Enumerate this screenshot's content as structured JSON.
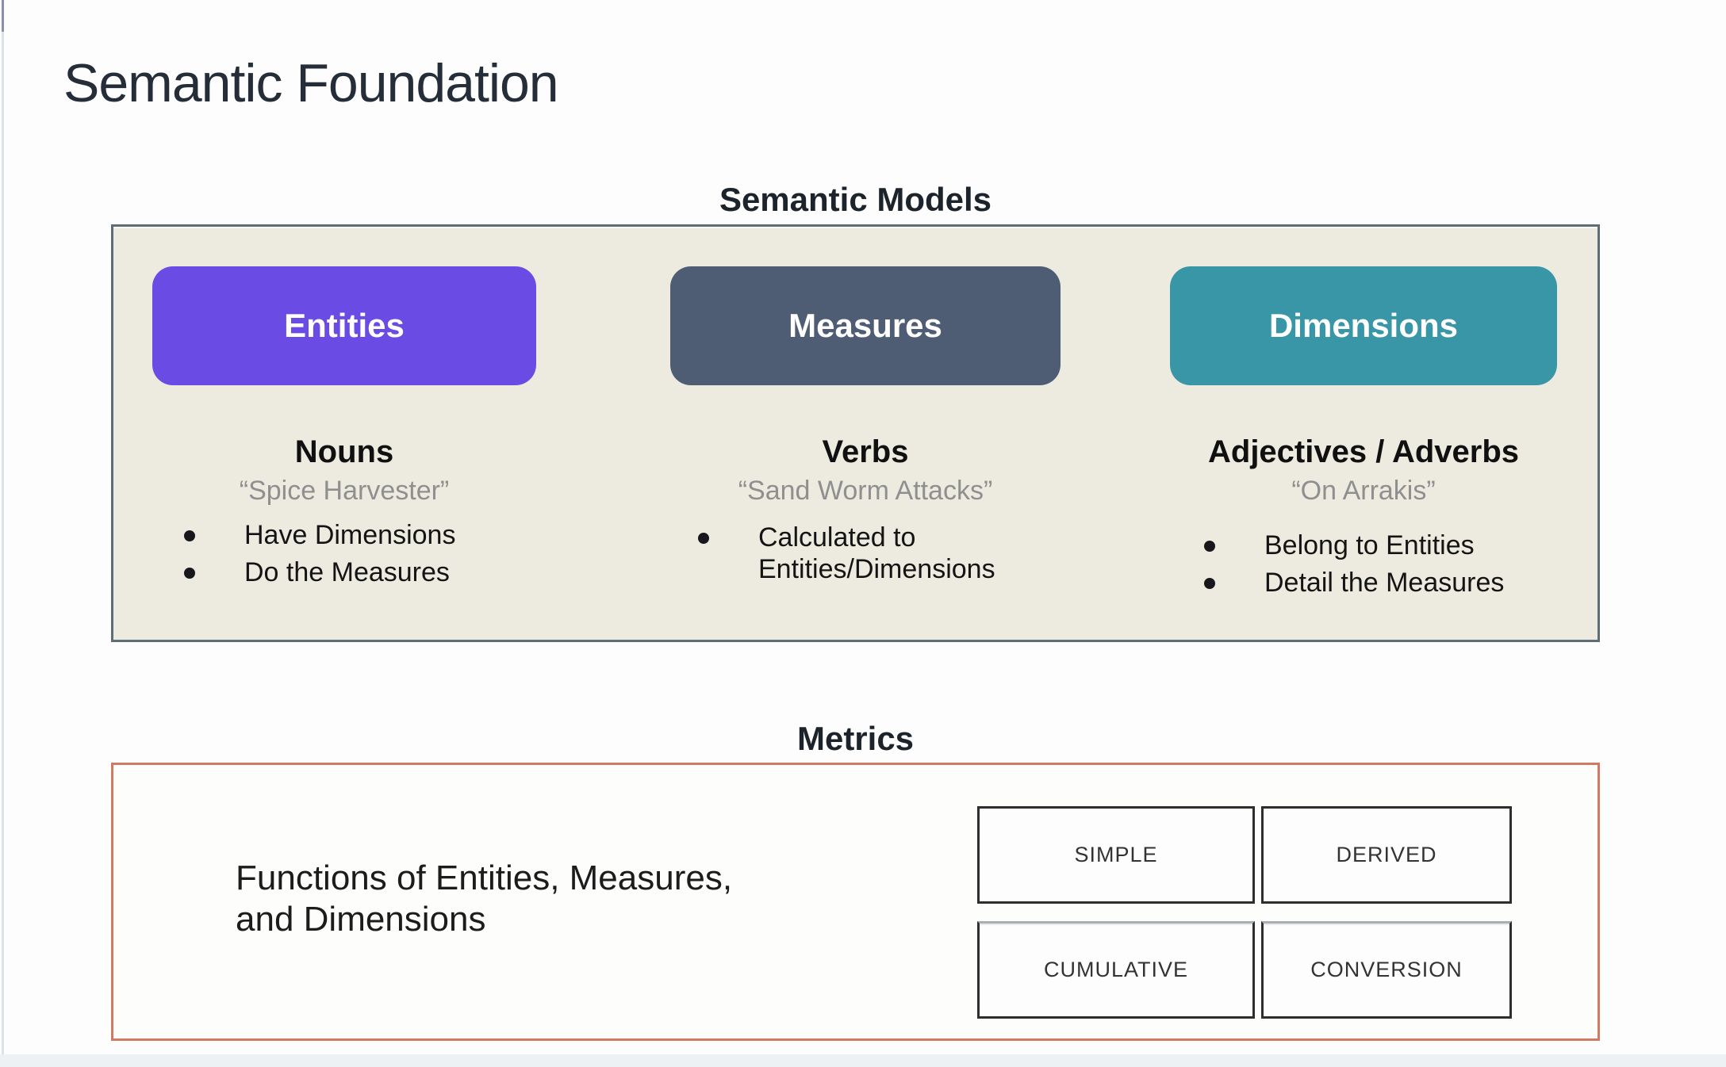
{
  "slide": {
    "title": "Semantic Foundation"
  },
  "semantic_models": {
    "heading": "Semantic Models",
    "columns": [
      {
        "pill_label": "Entities",
        "pill_color": "#6a4ce4",
        "subtitle": "Nouns",
        "quote": "“Spice Harvester”",
        "bullets": [
          "Have Dimensions",
          "Do the Measures"
        ]
      },
      {
        "pill_label": "Measures",
        "pill_color": "#4e5c74",
        "subtitle": "Verbs",
        "quote": "“Sand Worm Attacks”",
        "bullets": [
          "Calculated to Entities/Dimensions"
        ]
      },
      {
        "pill_label": "Dimensions",
        "pill_color": "#3896a6",
        "subtitle": "Adjectives / Adverbs",
        "quote": "“On Arrakis”",
        "bullets": [
          "Belong to Entities",
          "Detail the Measures"
        ]
      }
    ]
  },
  "metrics": {
    "heading": "Metrics",
    "description_line1": "Functions of Entities, Measures,",
    "description_line2": "and Dimensions",
    "types": [
      "SIMPLE",
      "DERIVED",
      "CUMULATIVE",
      "CONVERSION"
    ]
  },
  "colors": {
    "models_box_fill": "#edebdf",
    "models_box_border": "#5f6d77",
    "metrics_box_border": "#cf7a63",
    "metric_type_border": "#2e2e2e",
    "entities_pill": "#6a4ce4",
    "measures_pill": "#4e5c74",
    "dimensions_pill": "#3896a6",
    "quote_text": "#8f8f8f",
    "title_text": "#252d38"
  }
}
